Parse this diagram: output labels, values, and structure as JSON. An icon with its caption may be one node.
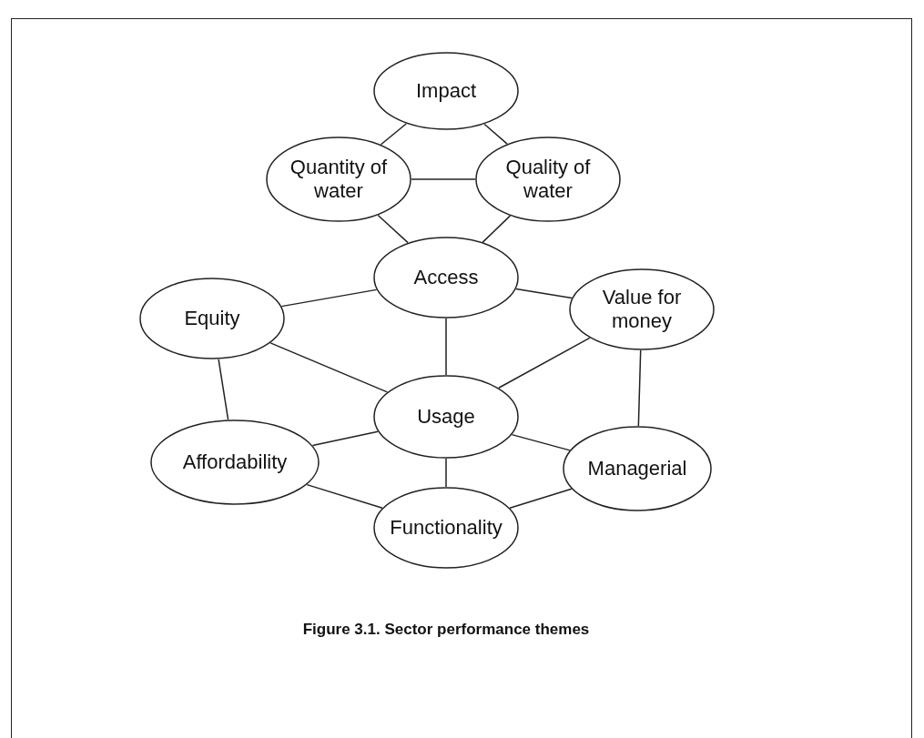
{
  "diagram": {
    "caption": "Figure 3.1. Sector performance themes",
    "nodes": [
      {
        "text": [
          "Impact"
        ]
      },
      {
        "text": [
          "Quantity of water"
        ]
      },
      {
        "text": [
          "Quality of water"
        ]
      },
      {
        "text": [
          "Access"
        ]
      },
      {
        "text": [
          "Equity"
        ]
      },
      {
        "text": [
          "Value for money"
        ]
      },
      {
        "text": [
          "Usage"
        ]
      },
      {
        "text": [
          "Affordability"
        ]
      },
      {
        "text": [
          "Managerial"
        ]
      },
      {
        "text": [
          "Functionality"
        ]
      }
    ],
    "edges": [
      {
        "from": 0,
        "to": 1,
        "arrow": "none"
      },
      {
        "from": 0,
        "to": 2,
        "arrow": "none"
      },
      {
        "from": 1,
        "to": 2,
        "arrow": "none"
      },
      {
        "from": 1,
        "to": 3,
        "arrow": "none"
      },
      {
        "from": 2,
        "to": 3,
        "arrow": "none"
      },
      {
        "from": 3,
        "to": 4,
        "arrow": "none"
      },
      {
        "from": 3,
        "to": 5,
        "arrow": "none"
      },
      {
        "from": 3,
        "to": 6,
        "arrow": "none"
      },
      {
        "from": 4,
        "to": 6,
        "arrow": "none"
      },
      {
        "from": 4,
        "to": 7,
        "arrow": "none"
      },
      {
        "from": 5,
        "to": 6,
        "arrow": "none"
      },
      {
        "from": 5,
        "to": 8,
        "arrow": "none"
      },
      {
        "from": 6,
        "to": 7,
        "arrow": "none"
      },
      {
        "from": 6,
        "to": 9,
        "arrow": "none"
      },
      {
        "from": 6,
        "to": 8,
        "arrow": "none"
      },
      {
        "from": 7,
        "to": 9,
        "arrow": "none"
      },
      {
        "from": 9,
        "to": 8,
        "arrow": "none"
      }
    ]
  }
}
